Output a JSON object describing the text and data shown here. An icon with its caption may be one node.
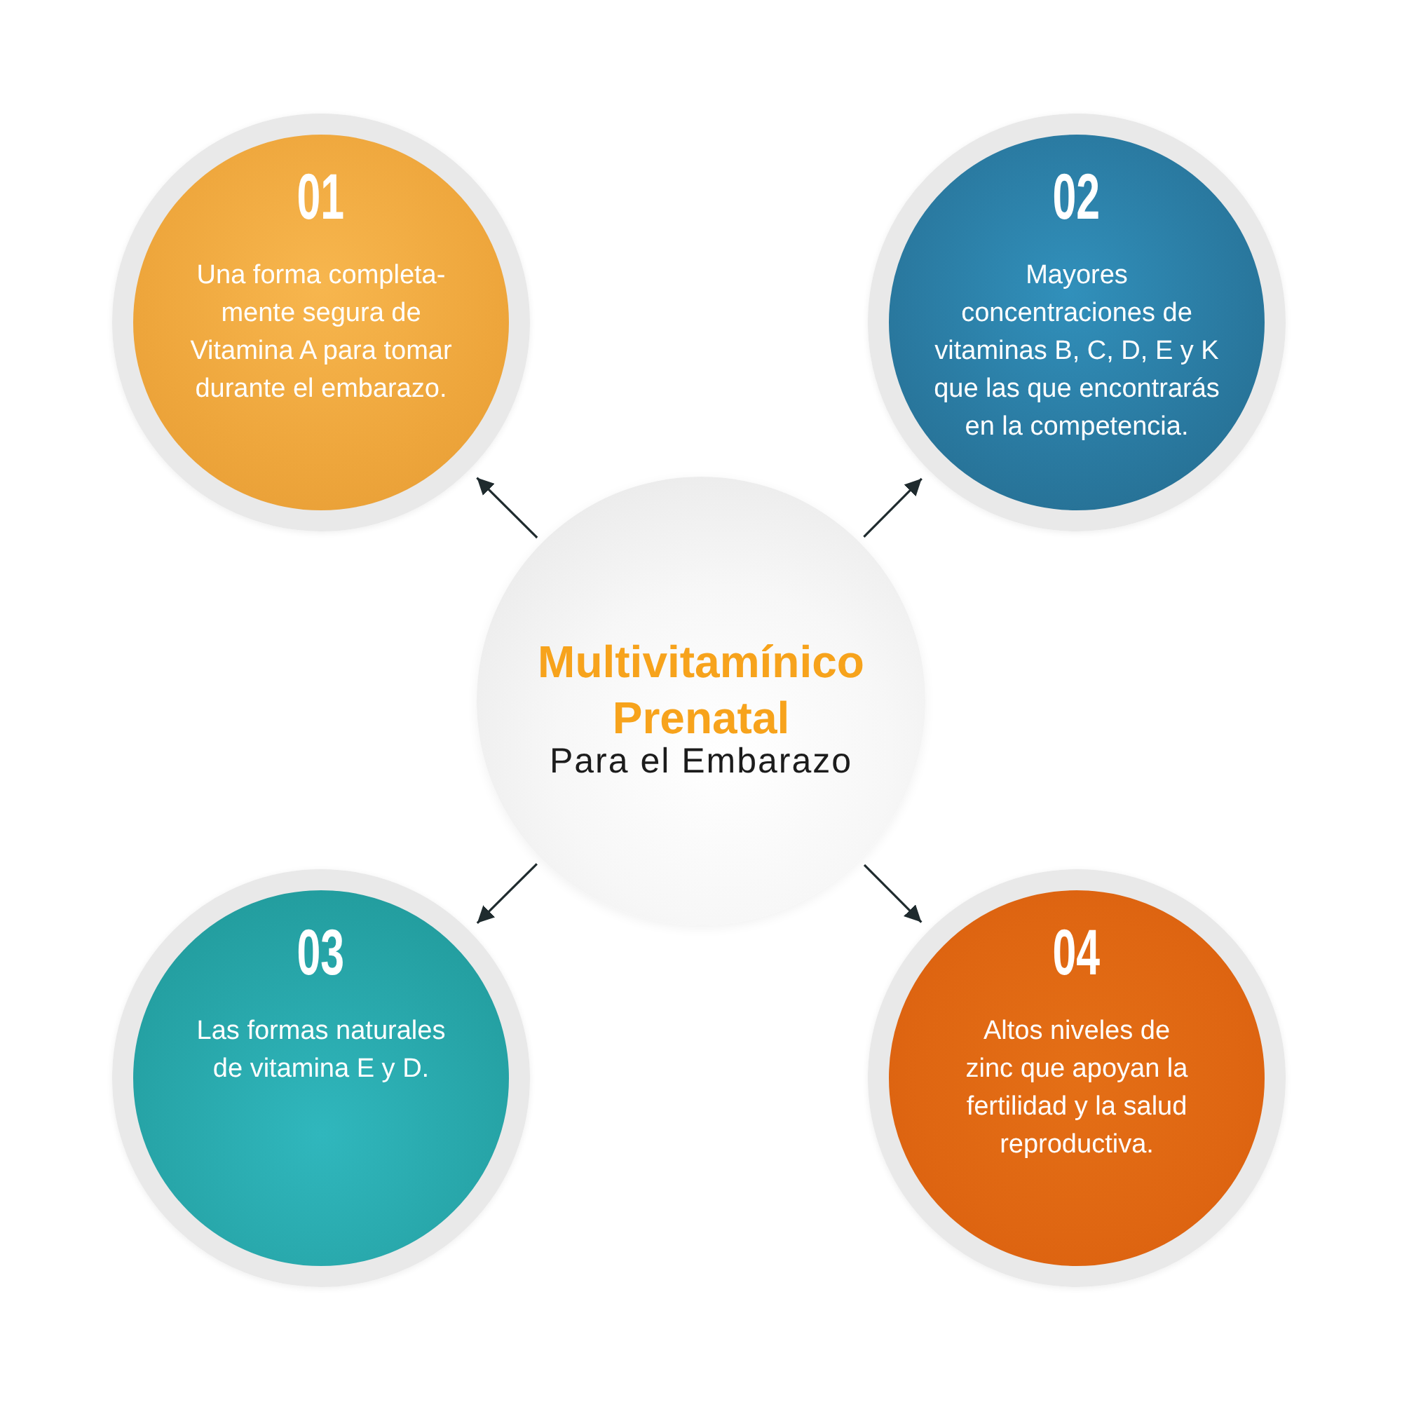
{
  "diagram": {
    "nodes": [
      {
        "text": [
          "01",
          "Una forma completa-mente segura de Vitamina A para tomar durante el embarazo."
        ]
      },
      {
        "text": [
          "02",
          "Mayores concentraciones de vitaminas B, C, D, E y K que las que encontrarás en la competencia."
        ]
      },
      {
        "text": [
          "Multivitamínico Prenatal",
          "Para el Embarazo"
        ]
      },
      {
        "text": [
          "03",
          "Las formas naturales de vitamina E y D."
        ]
      },
      {
        "text": [
          "04",
          "Altos niveles de zinc que apoyan la fertilidad y la salud reproductiva."
        ]
      }
    ],
    "edges": [
      {
        "from": 2,
        "to": 0,
        "arrow": "to"
      },
      {
        "from": 2,
        "to": 1,
        "arrow": "to"
      },
      {
        "from": 2,
        "to": 3,
        "arrow": "to"
      },
      {
        "from": 2,
        "to": 4,
        "arrow": "to"
      }
    ]
  }
}
